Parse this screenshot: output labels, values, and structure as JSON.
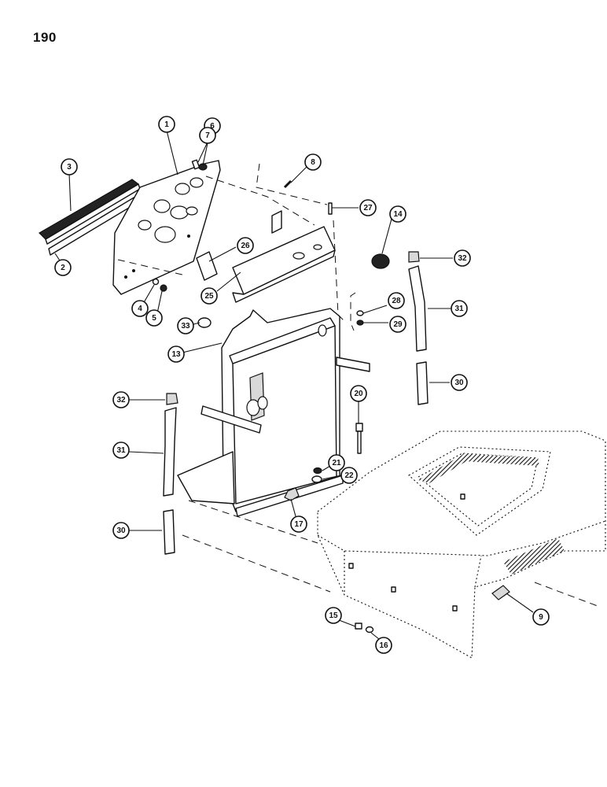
{
  "page": {
    "number": "190"
  },
  "callouts": [
    {
      "id": "1",
      "label": "1"
    },
    {
      "id": "2",
      "label": "2"
    },
    {
      "id": "3",
      "label": "3"
    },
    {
      "id": "4",
      "label": "4"
    },
    {
      "id": "5",
      "label": "5"
    },
    {
      "id": "6",
      "label": "6"
    },
    {
      "id": "7",
      "label": "7"
    },
    {
      "id": "8",
      "label": "8"
    },
    {
      "id": "9",
      "label": "9"
    },
    {
      "id": "13",
      "label": "13"
    },
    {
      "id": "14",
      "label": "14"
    },
    {
      "id": "15",
      "label": "15"
    },
    {
      "id": "16",
      "label": "16"
    },
    {
      "id": "17",
      "label": "17"
    },
    {
      "id": "20",
      "label": "20"
    },
    {
      "id": "21",
      "label": "21"
    },
    {
      "id": "22",
      "label": "22"
    },
    {
      "id": "25",
      "label": "25"
    },
    {
      "id": "26",
      "label": "26"
    },
    {
      "id": "27",
      "label": "27"
    },
    {
      "id": "28",
      "label": "28"
    },
    {
      "id": "29",
      "label": "29"
    },
    {
      "id": "30a",
      "label": "30"
    },
    {
      "id": "30b",
      "label": "30"
    },
    {
      "id": "31a",
      "label": "31"
    },
    {
      "id": "31b",
      "label": "31"
    },
    {
      "id": "32a",
      "label": "32"
    },
    {
      "id": "32b",
      "label": "32"
    },
    {
      "id": "33",
      "label": "33"
    }
  ]
}
